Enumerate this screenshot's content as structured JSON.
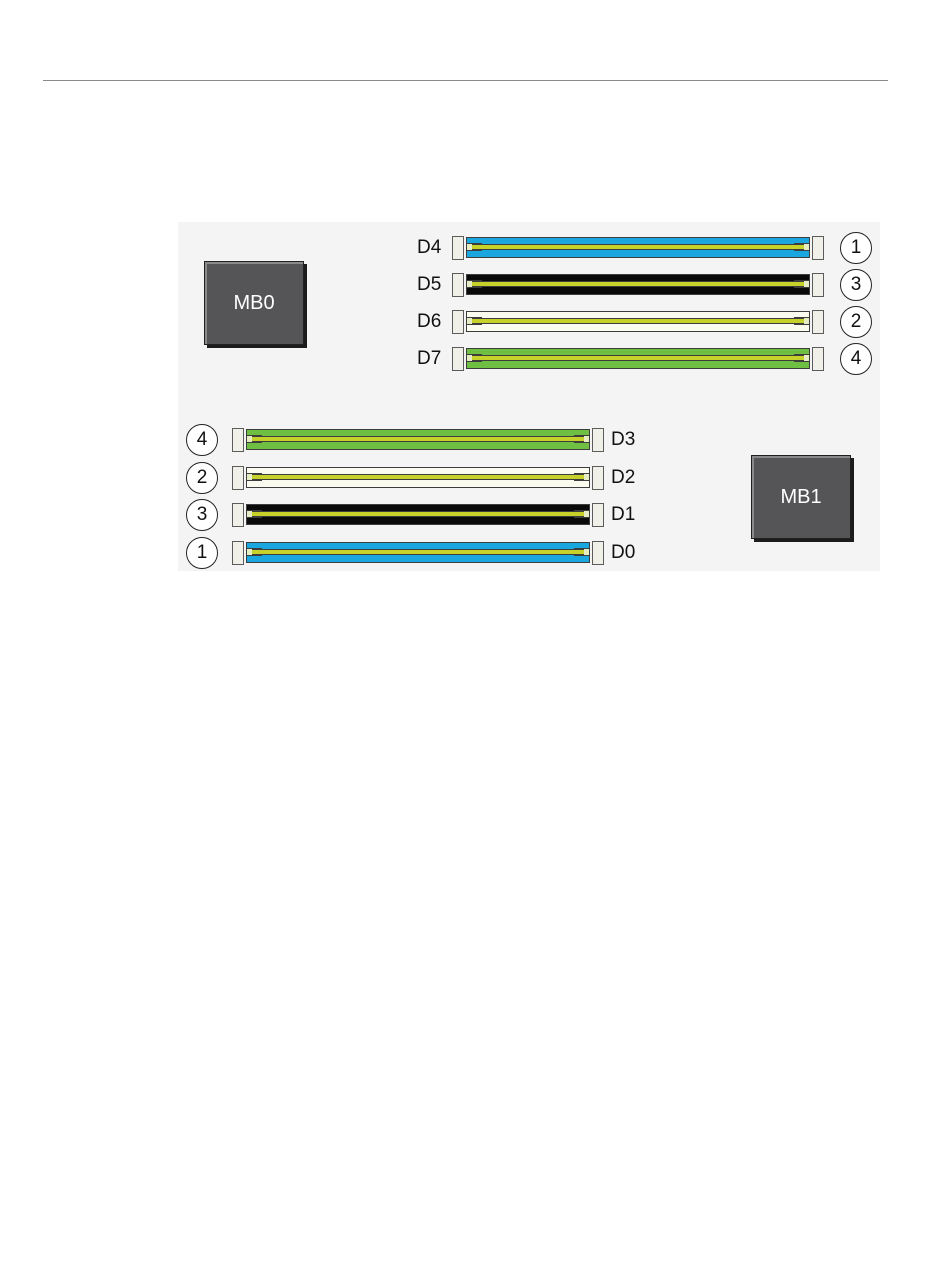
{
  "chips": {
    "mb0": "MB0",
    "mb1": "MB1"
  },
  "top_slots": [
    {
      "label": "D4",
      "callout": "1",
      "color": "#1aa7e0"
    },
    {
      "label": "D5",
      "callout": "3",
      "color": "#0a0a0a"
    },
    {
      "label": "D6",
      "callout": "2",
      "color": "#fbfbf0"
    },
    {
      "label": "D7",
      "callout": "4",
      "color": "#6fbf43"
    }
  ],
  "bottom_slots": [
    {
      "label": "D3",
      "callout": "4",
      "color": "#6fbf43"
    },
    {
      "label": "D2",
      "callout": "2",
      "color": "#fbfbf0"
    },
    {
      "label": "D1",
      "callout": "3",
      "color": "#0a0a0a"
    },
    {
      "label": "D0",
      "callout": "1",
      "color": "#1aa7e0"
    }
  ],
  "colors": {
    "stripe": "#c6d12a",
    "chip": "#555557",
    "panel": "#f4f4f4"
  }
}
